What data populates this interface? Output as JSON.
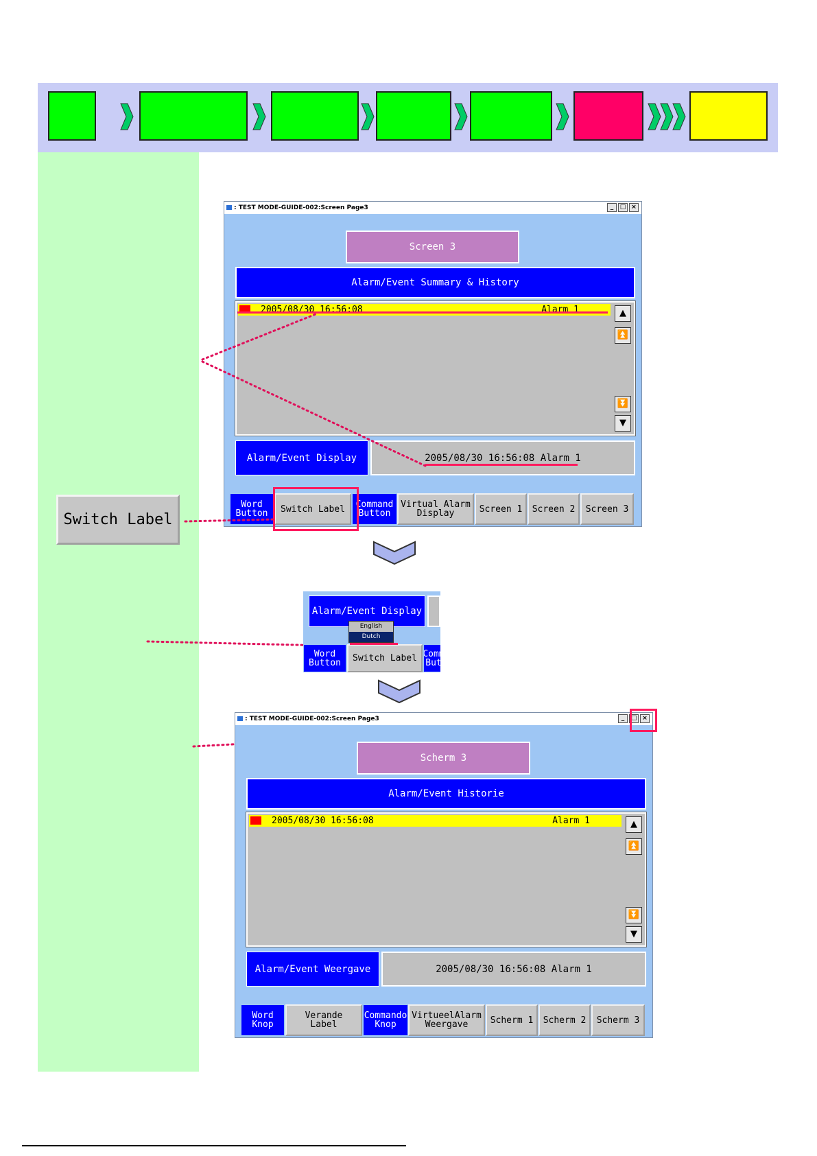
{
  "step_colors": {
    "green": "#00ff00",
    "red": "#ff0066",
    "yellow": "#ffff00",
    "bar": "#c9cdf6",
    "sidebar": "#c4ffc4",
    "highlight": "#ff1a5e"
  },
  "window1": {
    "title": ": TEST MODE-GUIDE-002:Screen Page3",
    "controls": [
      "_",
      "□",
      "×"
    ],
    "screen_title": "Screen 3",
    "header": "Alarm/Event Summary & History",
    "alarm_date": "2005/08/30 16:56:08",
    "alarm_name": "Alarm 1",
    "scroll_icons": [
      "▲",
      "⏫",
      "⏬",
      "▼"
    ],
    "display_label": "Alarm/Event Display",
    "display_value": "2005/08/30 16:56:08 Alarm 1",
    "nav": [
      "Word\nButton",
      "Switch Label",
      "Command\nButton",
      "Virtual Alarm\nDisplay",
      "Screen 1",
      "Screen 2",
      "Screen 3"
    ]
  },
  "side_button": "Switch Label",
  "popup_snippet": {
    "display_label": "Alarm/Event Display",
    "options": [
      "English",
      "Dutch"
    ],
    "selected": "Dutch",
    "nav": [
      "Word\nButton",
      "Switch Label",
      "Comm\nBut"
    ]
  },
  "window2": {
    "title": ": TEST MODE-GUIDE-002:Screen Page3",
    "controls": [
      "_",
      "□",
      "×"
    ],
    "screen_title": "Scherm 3",
    "header": "Alarm/Event Historie",
    "alarm_date": "2005/08/30 16:56:08",
    "alarm_name": "Alarm 1",
    "scroll_icons": [
      "▲",
      "⏫",
      "⏬",
      "▼"
    ],
    "display_label": "Alarm/Event Weergave",
    "display_value": "2005/08/30 16:56:08 Alarm 1",
    "nav": [
      "Word\nKnop",
      "Verande\nLabel",
      "Commando\nKnop",
      "VirtueelAlarm\nWeergave",
      "Scherm 1",
      "Scherm 2",
      "Scherm 3"
    ]
  }
}
